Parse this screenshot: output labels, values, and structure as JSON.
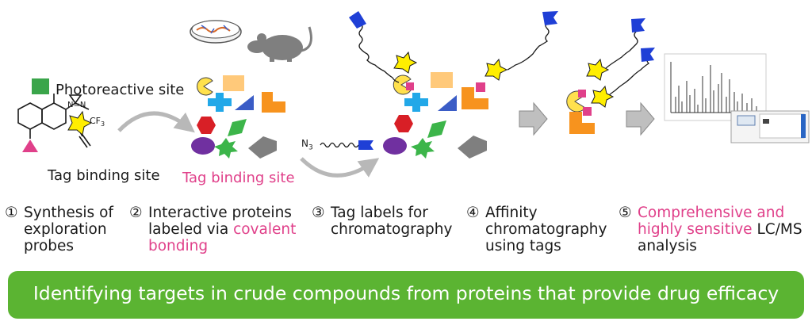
{
  "labels": {
    "photoreactive_site": "Photoreactive site",
    "tag_binding_site_left": "Tag binding site",
    "tag_binding_site_pink": "Tag binding site",
    "n_n": "N=N",
    "cf3": "CF",
    "cf3_sub": "3",
    "azide": "N",
    "azide_sub": "3"
  },
  "steps": [
    {
      "num": "①",
      "lines": [
        "Synthesis of",
        "exploration",
        "probes"
      ]
    },
    {
      "num": "②",
      "line1": "Interactive proteins",
      "line2_plain": "labeled via ",
      "line2_pink": "covalent",
      "line3_pink": "bonding"
    },
    {
      "num": "③",
      "lines": [
        "Tag labels for",
        "chromatography"
      ]
    },
    {
      "num": "④",
      "lines": [
        "Affinity",
        "chromatography",
        "using tags"
      ]
    },
    {
      "num": "⑤",
      "line1_pink": "Comprehensive and",
      "line2_pink": "highly sensitive",
      "line2_plain": " LC/MS",
      "line3": "analysis"
    }
  ],
  "banner": "Identifying targets in crude compounds from proteins that provide drug efficacy",
  "colors": {
    "banner_green": "#5bb432",
    "pink": "#e0408a",
    "tag_blue": "#1f3fd6",
    "star_yellow": "#ffee00",
    "protein_orange": "#f7931e",
    "protein_yellow": "#ffe14d",
    "protein_peach": "#ffc97a",
    "protein_blue": "#22a8e8",
    "protein_red": "#d81f26",
    "protein_green": "#3cb54a",
    "protein_purple": "#7030a0",
    "protein_gray": "#7f7f7f",
    "probe_green": "#3aa54a",
    "probe_pink": "#e0408a"
  },
  "icons": [
    "cell-culture-dish-icon",
    "mouse-icon",
    "arrow-right-icon",
    "mass-spectrum-chart-icon",
    "lcms-instrument-icon"
  ]
}
